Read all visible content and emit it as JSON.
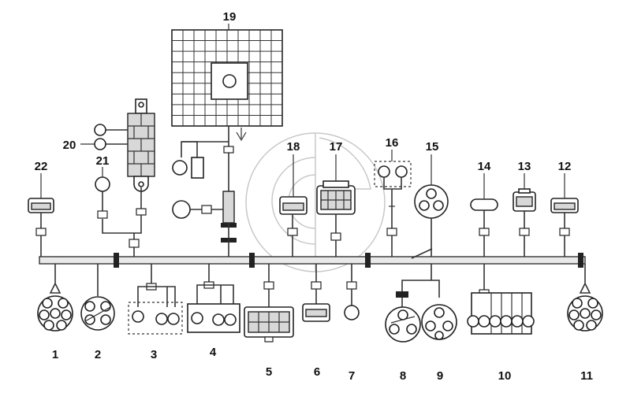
{
  "labels": [
    "1",
    "2",
    "3",
    "4",
    "5",
    "6",
    "7",
    "8",
    "9",
    "10",
    "11",
    "12",
    "13",
    "14",
    "15",
    "16",
    "17",
    "18",
    "19",
    "20",
    "21",
    "22"
  ],
  "colors": {
    "line": "#222222",
    "trunk": "#e9e9e9",
    "sleeve": "#222222",
    "watermark": "#c8c8c8"
  },
  "icons": {
    "watermark": "circular-logo-watermark",
    "arrow": "down-arrow-icon"
  }
}
